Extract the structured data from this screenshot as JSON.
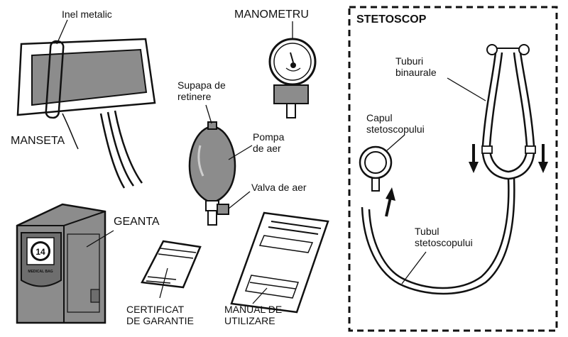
{
  "labels": {
    "inel": "Inel metalic",
    "manometru": "MANOMETRU",
    "supapa": "Supapa de\nretinere",
    "pompa": "Pompa\nde aer",
    "valva": "Valva de aer",
    "manseta": "MANSETA",
    "geanta": "GEANTA",
    "certificat": "CERTIFICAT\nDE GARANTIE",
    "manual": "MANUAL DE\nUTILIZARE",
    "stetoscop": "STETOSCOP",
    "tuburi": "Tuburi\nbinaurale",
    "capul": "Capul\nstetoscopului",
    "tubul": "Tubul\nstetoscopului"
  },
  "bag_badge": {
    "top_text": "",
    "bottom_text": "MEDICAL BAG",
    "number": "14"
  },
  "colors": {
    "ink": "#111111",
    "fill": "#8c8c8c",
    "fill_dark": "#6e6e6e",
    "background": "#ffffff"
  }
}
